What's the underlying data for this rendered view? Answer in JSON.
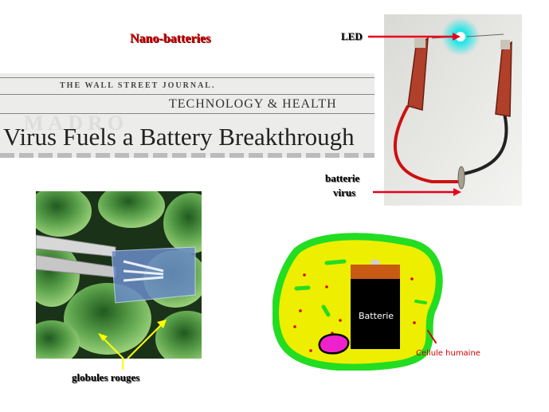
{
  "slide": {
    "title": "Nano-batteries"
  },
  "newspaper": {
    "paper_name": "THE WALL STREET JOURNAL.",
    "section": "TECHNOLOGY & HEALTH",
    "headline": "Virus Fuels a Battery Breakthrough"
  },
  "led_photo": {
    "led_label": "LED",
    "battery_label_line1": "batterie",
    "battery_label_line2": "virus",
    "arrow_color": "#e8001c",
    "led_glow_color": "#19e6e6"
  },
  "cells_photo": {
    "caption": "globules rouges",
    "arrow_color": "#ffff00"
  },
  "cell_drawing": {
    "battery_text": "Batterie",
    "cell_label": "Cellule humaine",
    "membrane_color": "#22dd22",
    "cytoplasm_color": "#eeee00",
    "battery_top_color": "#c85a14",
    "inclusion_color": "#ee22cc"
  }
}
